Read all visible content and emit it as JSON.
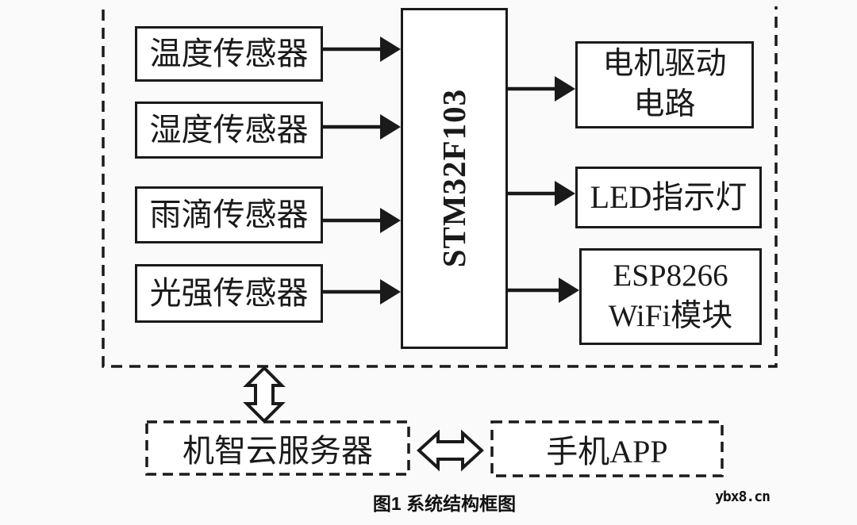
{
  "figure": {
    "caption": "图1 系统结构框图",
    "watermark": "ybx8.cn"
  },
  "mcu": {
    "label": "STM32F103"
  },
  "sensors": [
    {
      "label": "温度传感器"
    },
    {
      "label": "湿度传感器"
    },
    {
      "label": "雨滴传感器"
    },
    {
      "label": "光强传感器"
    }
  ],
  "peripherals": [
    {
      "line1": "电机驱动",
      "line2": "电路"
    },
    {
      "line1": "LED指示灯",
      "line2": ""
    },
    {
      "line1": "ESP8266",
      "line2": "WiFi模块"
    }
  ],
  "cloud": {
    "label": "机智云服务器"
  },
  "app": {
    "label": "手机APP"
  },
  "colors": {
    "line": "#1a1a1a",
    "background": "#fafafa",
    "box_fill": "#ffffff"
  }
}
